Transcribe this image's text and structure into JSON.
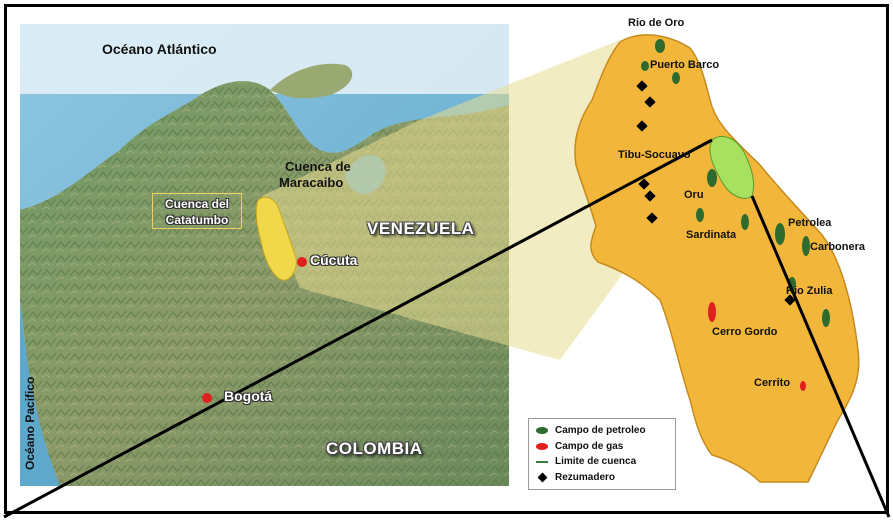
{
  "labels": {
    "ocean_atlantic": "Océano Atlántico",
    "ocean_pacific": "Océano Pacifico",
    "basin_maracaibo_1": "Cuenca de",
    "basin_maracaibo_2": "Maracaibo",
    "basin_catatumbo_1": "Cuenca del",
    "basin_catatumbo_2": "Catatumbo",
    "country_venezuela": "VENEZUELA",
    "country_colombia": "COLOMBIA",
    "city_cucuta": "Cúcuta",
    "city_bogota": "Bogotá"
  },
  "fields": {
    "rio_de_oro": "Rio de Oro",
    "puerto_barco": "Puerto Barco",
    "tibu_socuavo": "Tibu-Socuavo",
    "oru": "Oru",
    "sardinata": "Sardinata",
    "petrolea": "Petrolea",
    "carbonera": "Carbonera",
    "rio_zulia": "Rio Zulia",
    "cerro_gordo": "Cerro Gordo",
    "cerrito": "Cerrito"
  },
  "legend": {
    "items": [
      {
        "label": "Campo de petroleo",
        "symbol": "oil-field-icon"
      },
      {
        "label": "Campo de gas",
        "symbol": "gas-field-icon"
      },
      {
        "label": "Limite de cuenca",
        "symbol": "basin-boundary-icon"
      },
      {
        "label": "Rezumadero",
        "symbol": "seep-icon"
      }
    ]
  },
  "colors": {
    "basin_fill": "#f2b63a",
    "oil_field": "#2e6b2e",
    "gas_field": "#e02020",
    "tibu_field": "#a8e060",
    "highlight_cone": "#e8dc90"
  }
}
